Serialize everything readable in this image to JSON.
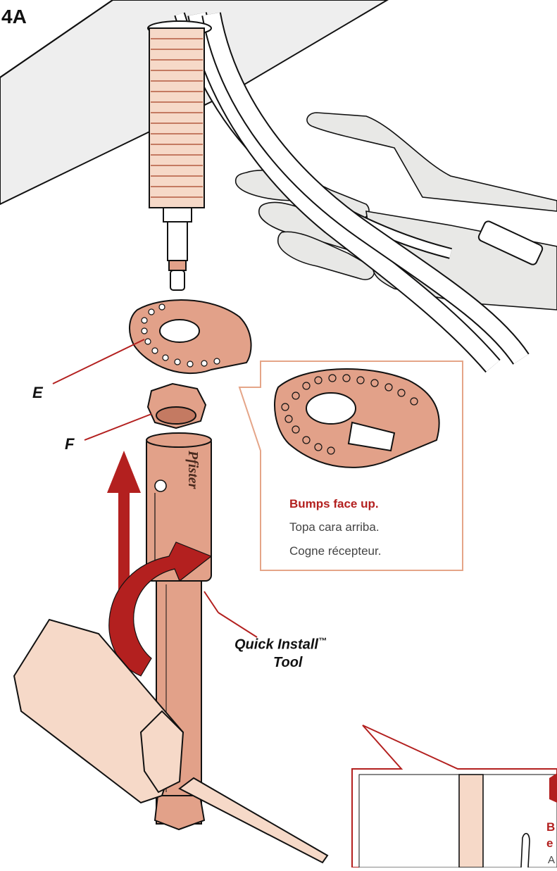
{
  "step": "4A",
  "labels": {
    "part_e": "E",
    "part_f": "F",
    "tool_line1": "Quick Install",
    "tool_tm": "™",
    "tool_line2": "Tool",
    "brand_on_tool": "Pfister"
  },
  "callout": {
    "title": "Bumps face up.",
    "spanish": "Topa cara arriba.",
    "french": "Cogne récepteur."
  },
  "second_callout": {
    "partial_text_1": "B",
    "partial_text_2": "e",
    "partial_text_3": "A"
  },
  "colors": {
    "copper": "#e2a189",
    "copper_dark": "#c47a62",
    "hand": "#e8e8e6",
    "arrow_red": "#b3201f",
    "callout_border": "#e5a588",
    "counter": "#eeeeee",
    "screwdriver": "#f6d9c8"
  }
}
